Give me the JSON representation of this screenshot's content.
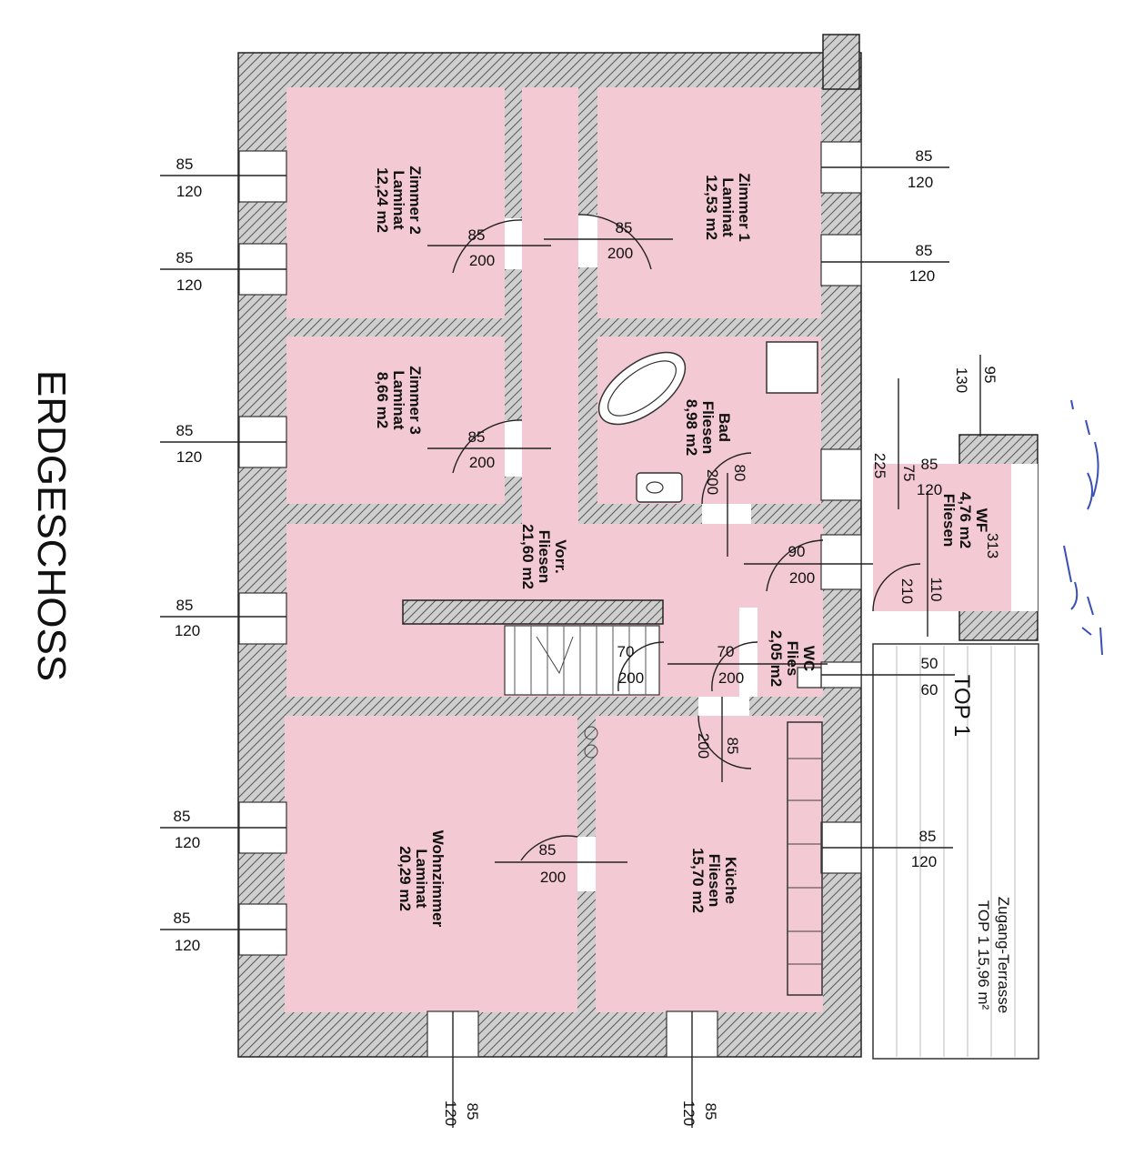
{
  "title": "ERDGESCHOSS",
  "unit_label": "TOP 1",
  "rooms": {
    "zimmer2": {
      "name": "Zimmer 2",
      "floor": "Laminat",
      "area": "12,24 m2"
    },
    "zimmer1": {
      "name": "Zimmer 1",
      "floor": "Laminat",
      "area": "12,53 m2"
    },
    "zimmer3": {
      "name": "Zimmer 3",
      "floor": "Laminat",
      "area": "8,66 m2"
    },
    "bad": {
      "name": "Bad",
      "floor": "Fliesen",
      "area": "8,98 m2"
    },
    "vorr": {
      "name": "Vorr.",
      "floor": "Fliesen",
      "area": "21,60 m2"
    },
    "wf": {
      "name": "WF",
      "floor": "Fliesen",
      "area": "4,76 m2"
    },
    "wc": {
      "name": "WC",
      "floor": "Flies",
      "area": "2,05 m2"
    },
    "wohnzimmer": {
      "name": "Wohnzimmer",
      "floor": "Laminat",
      "area": "20,29 m2"
    },
    "kueche": {
      "name": "Küche",
      "floor": "Fliesen",
      "area": "15,70 m2"
    },
    "terrasse": {
      "name": "Zugang-Terrasse",
      "detail": "TOP 1  15,96 m²"
    }
  },
  "window_dims": {
    "w85": "85",
    "h120": "120"
  },
  "door_dims": {
    "w85": "85",
    "w70": "70",
    "w80": "80",
    "w90": "90",
    "h200": "200",
    "h210": "210"
  },
  "wf_dims": {
    "d95": "95",
    "d130": "130",
    "d313": "313",
    "d110": "110",
    "d75": "75",
    "d225": "225"
  },
  "wc_window": {
    "w": "50",
    "h": "60"
  }
}
